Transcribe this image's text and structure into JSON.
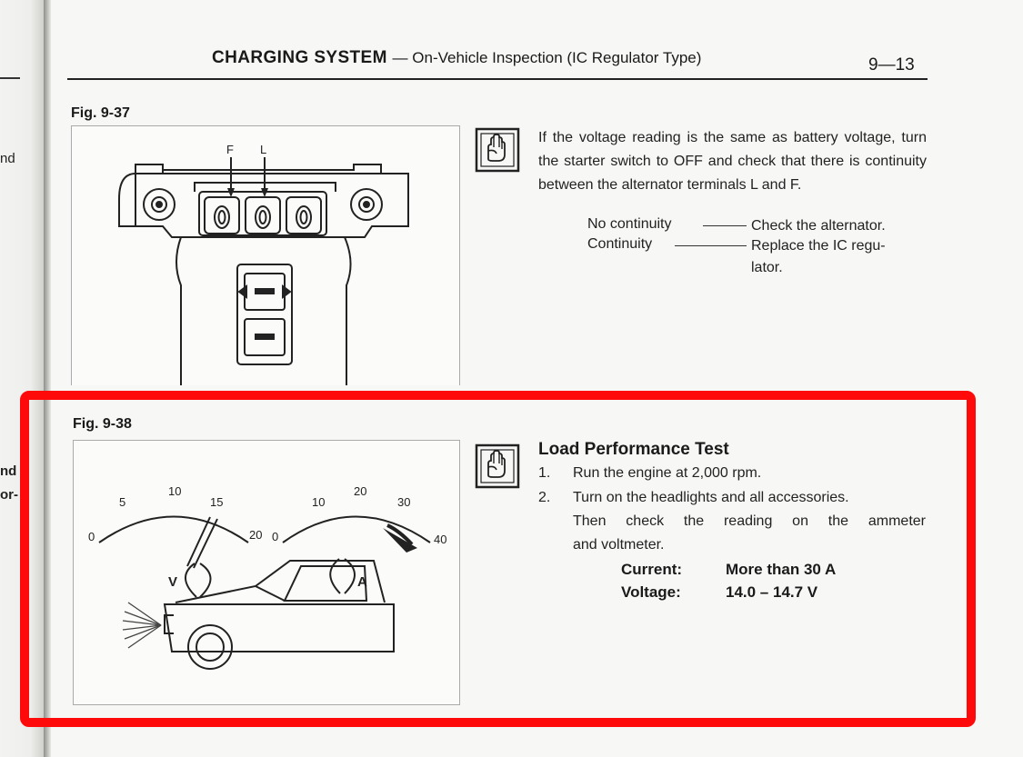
{
  "left_page": {
    "fragments": [
      "nd",
      "nd",
      "or-"
    ]
  },
  "header": {
    "title": "CHARGING SYSTEM",
    "subtitle": "— On-Vehicle Inspection (IC Regulator Type)",
    "page_number": "9—13"
  },
  "fig37": {
    "label": "Fig. 9-37",
    "terminal_f": "F",
    "terminal_l": "L"
  },
  "inspection": {
    "paragraph": "If the voltage reading is the same as battery voltage, turn the starter switch to OFF and check that there is continuity between the alternator terminals L and F.",
    "no_continuity": "No continuity",
    "no_continuity_action": "Check the alternator.",
    "continuity": "Continuity",
    "continuity_action": "Replace the IC regu-",
    "continuity_action_2": "lator."
  },
  "fig38": {
    "label": "Fig. 9-38",
    "voltmeter": {
      "letter": "V",
      "scale": [
        "0",
        "5",
        "10",
        "15",
        "20"
      ]
    },
    "ammeter": {
      "letter": "A",
      "scale": [
        "0",
        "10",
        "20",
        "30",
        "40"
      ]
    }
  },
  "load_test": {
    "title": "Load Performance Test",
    "step1_num": "1.",
    "step1": "Run the engine at 2,000 rpm.",
    "step2_num": "2.",
    "step2_line1": "Turn on the headlights and all accessories.",
    "step2_line2": "Then check the reading on the ammeter",
    "step2_line3": "and voltmeter.",
    "current_label": "Current:",
    "current_value": "More than 30 A",
    "voltage_label": "Voltage:",
    "voltage_value": "14.0 – 14.7 V"
  },
  "colors": {
    "highlight": "#ff0a0a"
  }
}
